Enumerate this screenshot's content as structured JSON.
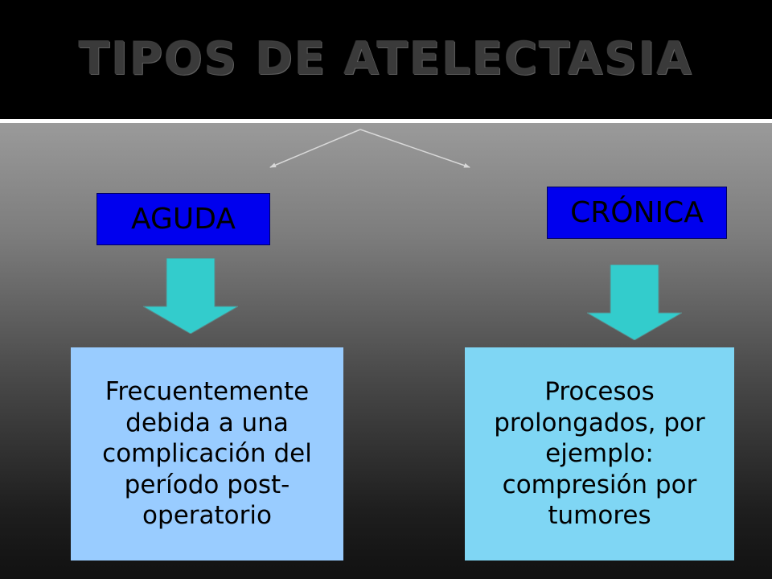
{
  "slide": {
    "title": "TIPOS DE ATELECTASIA"
  },
  "categories": {
    "acute": {
      "label": "AGUDA",
      "description": "Frecuentemente debida a una complicación del período post-operatorio"
    },
    "chronic": {
      "label": "CRÓNICA",
      "description": "Procesos prolongados, por ejemplo: compresión por tumores"
    }
  },
  "colors": {
    "label_box": "#0000ee",
    "acute_description_box": "#99ccff",
    "chronic_description_box": "#7fd6f4",
    "down_arrow": "#33cccc",
    "divider": "#ffffff",
    "connector": "#d8d8d8"
  }
}
